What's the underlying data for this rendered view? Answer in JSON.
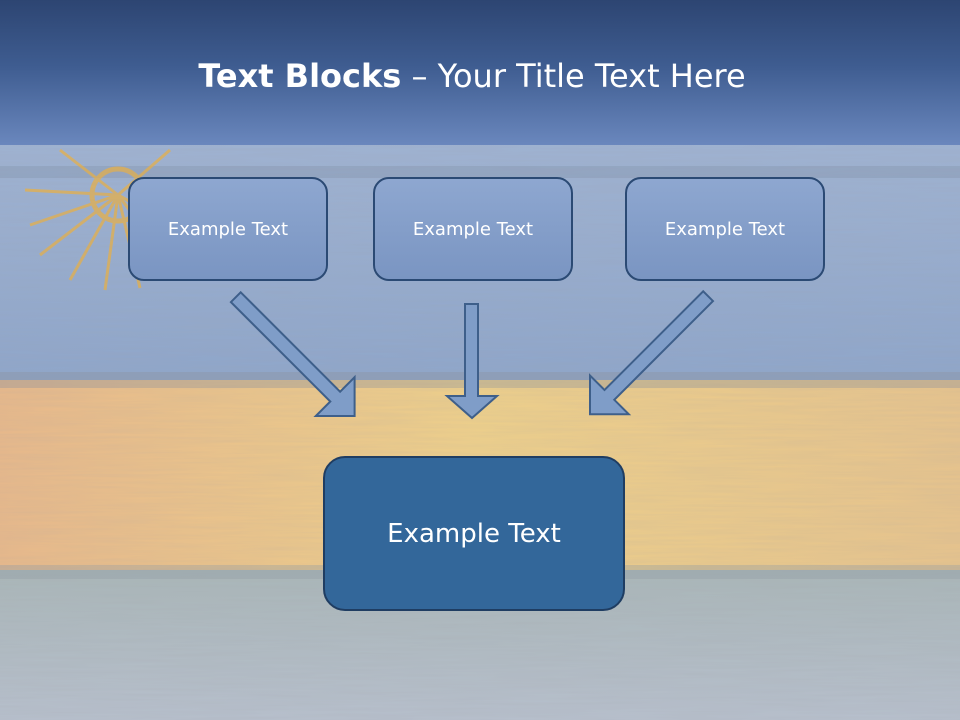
{
  "slide": {
    "title_bold": "Text Blocks",
    "title_dash": "–",
    "title_rest": "Your Title Text Here"
  },
  "diagram": {
    "top_boxes": [
      {
        "label": "Example Text"
      },
      {
        "label": "Example Text"
      },
      {
        "label": "Example Text"
      }
    ],
    "bottom_box": {
      "label": "Example Text"
    }
  },
  "colors": {
    "header_top": "#2d4572",
    "header_bottom": "#6a87bd",
    "box_fill": "#8ea7d0",
    "box_border": "#2b4a74",
    "main_box_fill": "#33679a",
    "arrow_fill": "#7f9dc8",
    "arrow_stroke": "#3e5f8a",
    "flag_blue": "#5f84ba",
    "flag_yellow": "#f2c447",
    "flag_green": "#3a7a52",
    "sun": "#f0b13a"
  },
  "icons": {
    "background": "sun-flag-wood-texture"
  }
}
